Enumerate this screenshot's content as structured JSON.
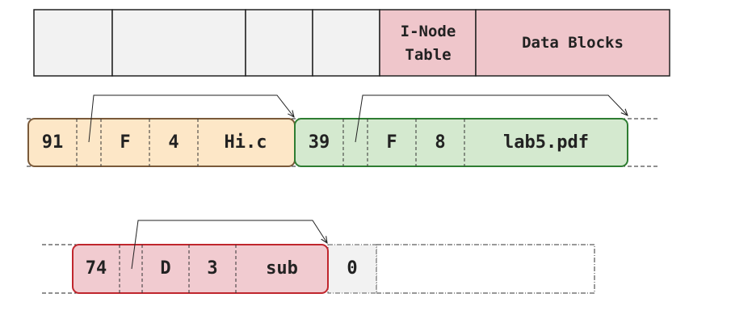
{
  "layout_bar": {
    "inode_table_line1": "I-Node",
    "inode_table_line2": "Table",
    "data_blocks": "Data Blocks"
  },
  "entries": [
    {
      "inode": "91",
      "rec_len": "",
      "type": "F",
      "name_len": "4",
      "name": "Hi.c"
    },
    {
      "inode": "39",
      "rec_len": "",
      "type": "F",
      "name_len": "8",
      "name": "lab5.pdf"
    },
    {
      "inode": "74",
      "rec_len": "",
      "type": "D",
      "name_len": "3",
      "name": "sub"
    }
  ],
  "free_entry": {
    "inode": "0"
  },
  "colors": {
    "orange_fill": "#fde7c7",
    "orange_border": "#7a5a3a",
    "green_fill": "#d4e9cf",
    "green_border": "#2e7d32",
    "red_fill": "#f1cbd0",
    "red_border": "#c0262d",
    "gray_fill": "#f2f2f2",
    "pink_fill": "#efc6cb"
  }
}
